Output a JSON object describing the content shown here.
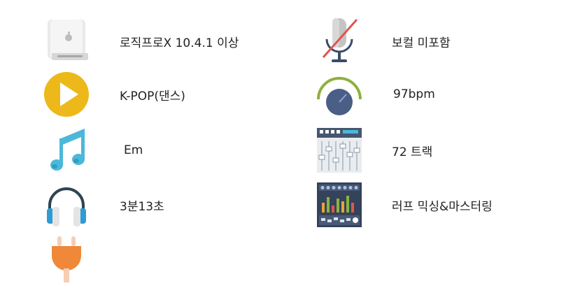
{
  "specs": {
    "daw": "로직프로X 10.4.1 이상",
    "genre": "K-POP(댄스)",
    "key": "Em",
    "duration": "3분13초",
    "vocal": "보컬 미포함",
    "tempo": "97bpm",
    "tracks": "72 트랙",
    "mixing": "러프 믹싱&마스터링"
  },
  "icons": {
    "daw": "mac-mini-icon",
    "genre": "play-icon",
    "key": "music-note-icon",
    "duration": "headphones-icon",
    "plug": "plug-icon",
    "vocal": "microphone-muted-icon",
    "tempo": "tempo-dial-icon",
    "tracks": "mixer-faders-icon",
    "mixing": "mixing-console-icon"
  },
  "colors": {
    "play_yellow": "#EDB81A",
    "note_blue": "#4BB8D9",
    "headphone_dark": "#2E4453",
    "plug_orange": "#F0883A",
    "mute_red": "#E0554A",
    "dial_green": "#8DB13F",
    "dial_navy": "#4A5E86",
    "console_dark": "#34425A"
  }
}
